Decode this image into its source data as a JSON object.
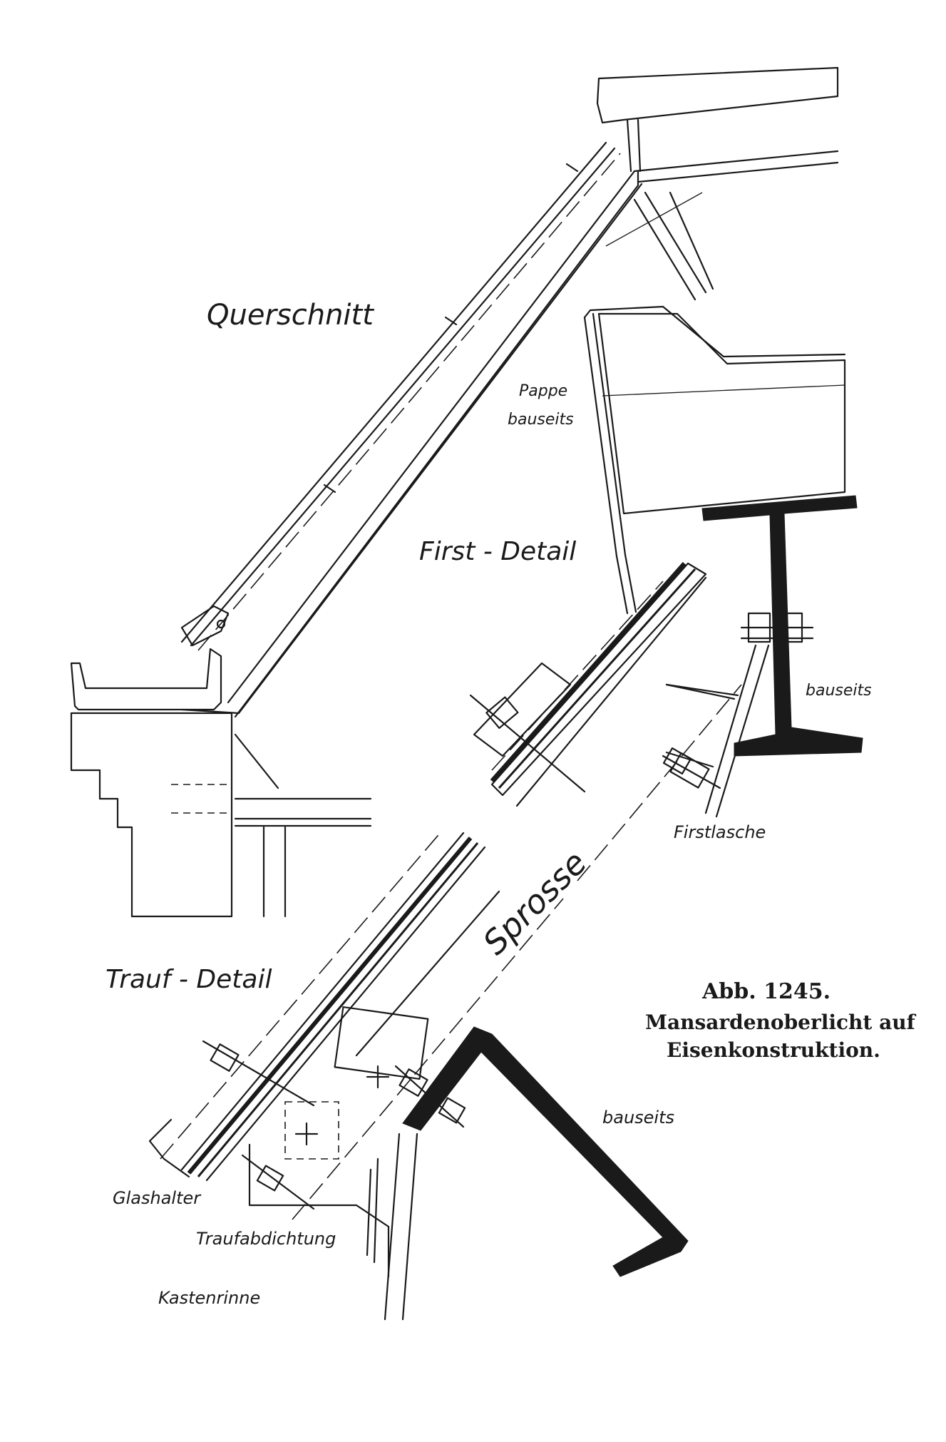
{
  "labels": {
    "querschnitt": "Querschnitt",
    "pappe_1": "Pappe",
    "pappe_2": "bauseits",
    "first_detail": "First - Detail",
    "bauseits_top": "bauseits",
    "firstlasche": "Firstlasche",
    "sprosse": "Sprosse",
    "trauf_detail": "Trauf - Detail",
    "bauseits_bottom": "bauseits",
    "glashalter": "Glashalter",
    "traufabdichtung": "Traufabdichtung",
    "kastenrinne": "Kastenrinne"
  },
  "caption": {
    "figure": "Abb. 1245.",
    "line1": "Mansardenoberlicht auf",
    "line2": "Eisenkonstruktion."
  },
  "colors": {
    "ink": "#1a1a1a",
    "paper": "#ffffff"
  }
}
